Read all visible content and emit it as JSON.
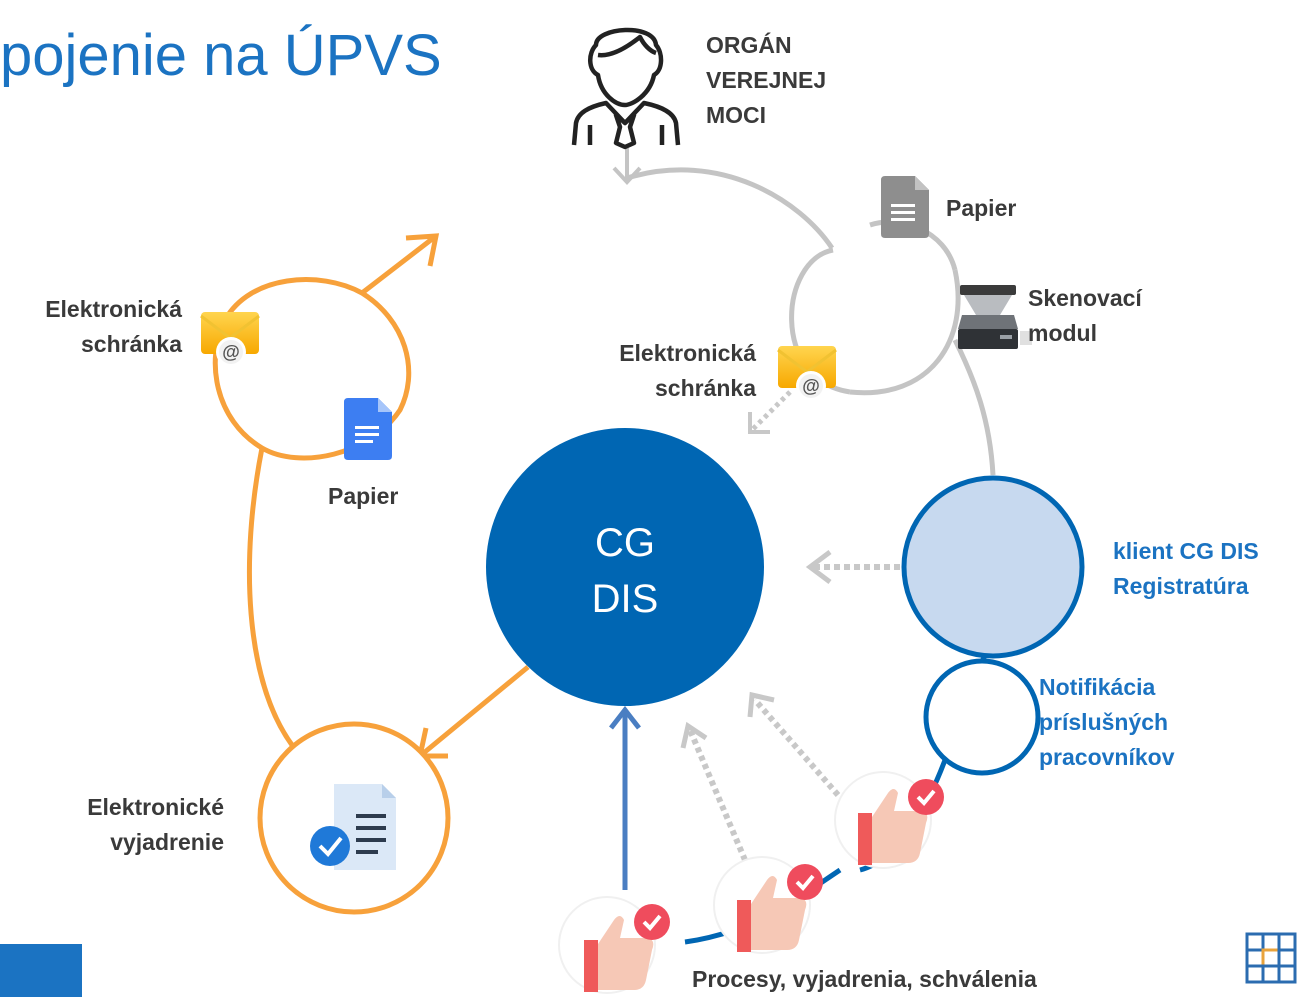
{
  "title": "pojenie na ÚPVS",
  "authority": {
    "icon": "person-with-tie-icon",
    "lines": [
      "ORGÁN",
      "VEREJNEJ",
      "MOCI"
    ]
  },
  "center": {
    "lines": [
      "CG",
      "DIS"
    ],
    "color": "#0066b3"
  },
  "incoming": {
    "paper_label": "Papier",
    "paper_icon": "gray-document-icon",
    "scanner_lines": [
      "Skenovací",
      "modul"
    ],
    "scanner_icon": "scanner-icon",
    "mailbox_lines": [
      "Elektronická",
      "schránka"
    ],
    "mailbox_icon": "envelope-at-icon"
  },
  "outgoing": {
    "mailbox_lines": [
      "Elektronická",
      "schránka"
    ],
    "mailbox_icon": "envelope-at-icon",
    "paper_label": "Papier",
    "paper_icon": "blue-document-icon",
    "statement_lines": [
      "Elektronické",
      "vyjadrenie"
    ],
    "statement_icon": "document-checkmark-icon"
  },
  "registry": {
    "lines": [
      "klient CG DIS",
      "Registratúra"
    ]
  },
  "notification": {
    "lines": [
      "Notifikácia",
      "príslušných",
      "pracovníkov"
    ]
  },
  "processes": {
    "label": "Procesy, vyjadrenia, schválenia",
    "icon": "thumbs-up-check-icon"
  },
  "colors": {
    "title": "#1b73c2",
    "blue": "#1b73c2",
    "orange": "#f7a13b",
    "gray": "#c4c4c4",
    "registry_fill": "#c7d9ef",
    "dark_blue": "#0066b3"
  },
  "logo_icon": "grid-logo-icon"
}
